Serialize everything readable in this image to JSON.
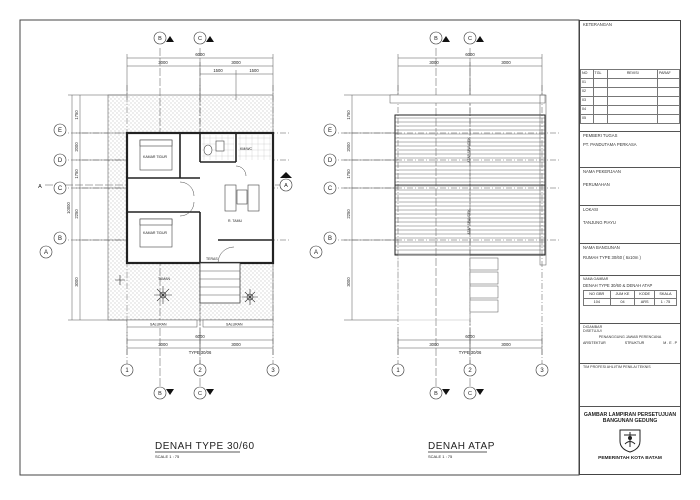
{
  "plans": {
    "left": {
      "title": "DENAH TYPE 30/60",
      "scale": "SCALE 1 : 75",
      "rooms": {
        "bedroom1": "KAMAR TIDUR",
        "bath": "KM/WC",
        "living": "R. TAMU",
        "bedroom2": "KAMAR TIDUR",
        "terrace": "TERAS",
        "garden1": "TAMAN",
        "gutter1": "SALURAN",
        "gutter2": "SALURAN"
      }
    },
    "right": {
      "title": "DENAH ATAP",
      "scale": "SCALE 1 : 75",
      "roof1": "ATAP SPANDEK",
      "roof2": "ATAP SPANDEK"
    },
    "dims": {
      "top_total": "6000",
      "top_a": "3000",
      "top_b": "3000",
      "top_c": "1500",
      "top_d": "1500",
      "bottom_total": "6000",
      "bottom_a": "3000",
      "bottom_b": "3000",
      "bottom_label": "TYPE 30/06",
      "left_a": "1750",
      "left_b": "2000",
      "left_c": "1750",
      "left_d": "2250",
      "left_e": "3000",
      "left_total": "10000"
    },
    "axis_letters": [
      "E",
      "D",
      "C",
      "B",
      "A"
    ],
    "axis_numbers": [
      "1",
      "2",
      "3"
    ],
    "section_marks": [
      "B",
      "C",
      "A"
    ]
  },
  "titleblock": {
    "keterangan": "KETERANGAN",
    "rev_headers": [
      "NO",
      "TGL",
      "REVISI",
      "PARAF"
    ],
    "rev_rows": [
      "01",
      "02",
      "03",
      "04",
      "05"
    ],
    "pemberi_label": "PEMBERI TUGAS",
    "pemberi_value": "PT. PANDUTAMA PERKASA",
    "pekerjaan_label": "NAMA PEKERJAAN",
    "pekerjaan_value": "PERUMAHAN",
    "lokasi_label": "LOKASI",
    "lokasi_value": "TANJUNG PIAYU",
    "bangunan_label": "NAMA BANGUNAN",
    "bangunan_value": "RUMAH TYPE 30/60 ( 6x10m )",
    "gambar_label": "NAMA GAMBAR",
    "gambar_value": "DENAH TYPE 30/60 & DENAH ATAP",
    "code_headers": [
      "NO GBR",
      "JUM KE",
      "KODE",
      "SKALA"
    ],
    "code_values": [
      "104",
      "04",
      "ARS",
      "1 : 75"
    ],
    "digambar": "DIGAMBAR",
    "diperiksa": "DISETUJUI",
    "penanggung": "PENANGGUNG JAWAB PERENCANA",
    "disiplin": [
      "ARSITEKTUR",
      "STRUKTUR",
      "M . E . P"
    ],
    "tim": "TIM PROFESI AHLI/TIM PENILAI TEKNIS",
    "approval": "GAMBAR LAMPIRAN PERSETUJUAN BANGUNAN GEDUNG",
    "authority": "PEMERINTAH KOTA BATAM"
  }
}
